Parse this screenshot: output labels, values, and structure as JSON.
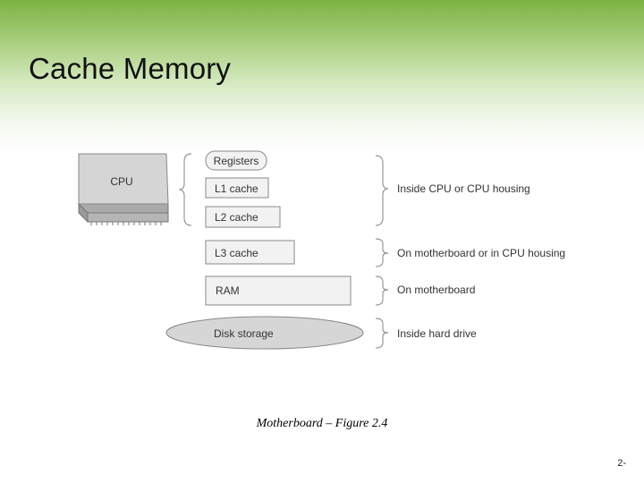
{
  "slide": {
    "title": "Cache Memory",
    "caption": "Motherboard – Figure 2.4",
    "page_number": "2-"
  },
  "diagram": {
    "cpu_label": "CPU",
    "memory_levels": [
      "Registers",
      "L1 cache",
      "L2 cache",
      "L3 cache",
      "RAM",
      "Disk storage"
    ],
    "locations": [
      "Inside CPU or CPU housing",
      "On motherboard or in CPU housing",
      "On motherboard",
      "Inside hard drive"
    ]
  },
  "colors": {
    "header_green": "#7cb342",
    "box_fill": "#f2f2f2",
    "ellipse_fill": "#d6d6d6",
    "stroke": "#888888"
  }
}
